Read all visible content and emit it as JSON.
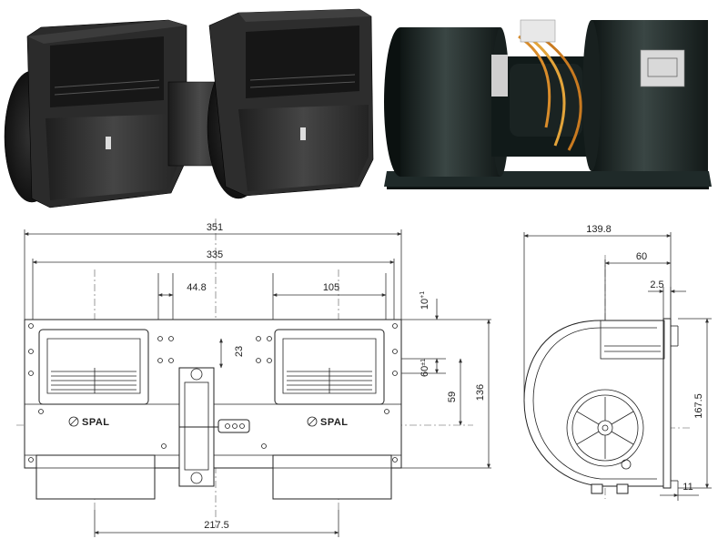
{
  "photos": {
    "render_alt": "3D render of double inlet blower",
    "photo_alt": "Photo of blower unit on base plate"
  },
  "front_view": {
    "dims": {
      "overall_width": "351",
      "inner_width": "335",
      "center_distance": "44.8",
      "housing_width": "105",
      "vertical_offset": "23",
      "top_tolerance": "10",
      "top_tolerance_sup": "+1",
      "outlet_height": "60",
      "outlet_tolerance": "±1",
      "mid_height": "59",
      "total_height": "136",
      "base_width": "217.5"
    },
    "logo_text": "SPAL"
  },
  "side_view": {
    "dims": {
      "depth": "139.8",
      "outlet_depth": "60",
      "flange": "2.5",
      "height": "167.5",
      "bottom_offset": "11"
    }
  }
}
